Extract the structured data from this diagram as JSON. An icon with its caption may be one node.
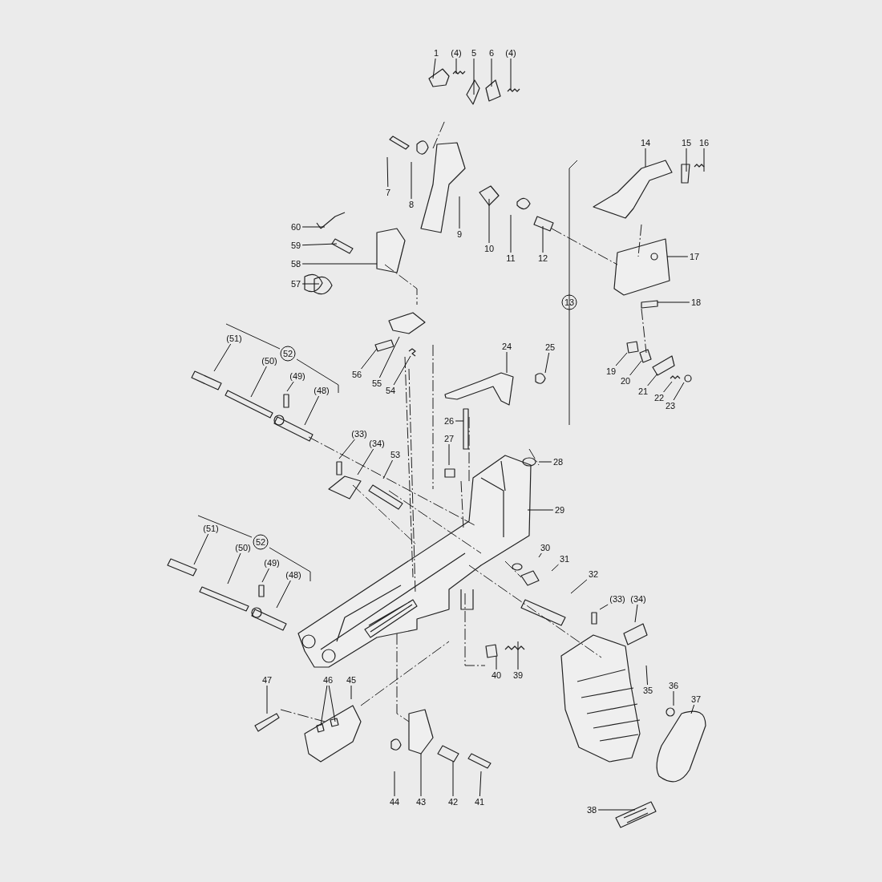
{
  "diagram": {
    "nodes": [
      {
        "text": [
          "1"
        ]
      },
      {
        "text": [
          "(4)"
        ]
      },
      {
        "text": [
          "5"
        ]
      },
      {
        "text": [
          "6"
        ]
      },
      {
        "text": [
          "(4)"
        ]
      },
      {
        "text": [
          "14"
        ]
      },
      {
        "text": [
          "15"
        ]
      },
      {
        "text": [
          "16"
        ]
      },
      {
        "text": [
          "7"
        ]
      },
      {
        "text": [
          "8"
        ]
      },
      {
        "text": [
          "60"
        ]
      },
      {
        "text": [
          "9"
        ]
      },
      {
        "text": [
          "59"
        ]
      },
      {
        "text": [
          "10"
        ]
      },
      {
        "text": [
          "17"
        ]
      },
      {
        "text": [
          "11"
        ]
      },
      {
        "text": [
          "12"
        ]
      },
      {
        "text": [
          "58"
        ]
      },
      {
        "text": [
          "57"
        ]
      },
      {
        "text": [
          "13"
        ]
      },
      {
        "text": [
          "18"
        ]
      },
      {
        "text": [
          "52"
        ]
      },
      {
        "text": [
          "(51)"
        ]
      },
      {
        "text": [
          "(50)"
        ]
      },
      {
        "text": [
          "24"
        ]
      },
      {
        "text": [
          "25"
        ]
      },
      {
        "text": [
          "(49)"
        ]
      },
      {
        "text": [
          "(48)"
        ]
      },
      {
        "text": [
          "19"
        ]
      },
      {
        "text": [
          "56"
        ]
      },
      {
        "text": [
          "20"
        ]
      },
      {
        "text": [
          "55"
        ]
      },
      {
        "text": [
          "54"
        ]
      },
      {
        "text": [
          "21"
        ]
      },
      {
        "text": [
          "22"
        ]
      },
      {
        "text": [
          "23"
        ]
      },
      {
        "text": [
          "26"
        ]
      },
      {
        "text": [
          "(33)"
        ]
      },
      {
        "text": [
          "27"
        ]
      },
      {
        "text": [
          "(34)"
        ]
      },
      {
        "text": [
          "53"
        ]
      },
      {
        "text": [
          "28"
        ]
      },
      {
        "text": [
          "29"
        ]
      },
      {
        "text": [
          "52"
        ]
      },
      {
        "text": [
          "(51)"
        ]
      },
      {
        "text": [
          "30"
        ]
      },
      {
        "text": [
          "31"
        ]
      },
      {
        "text": [
          "(49)"
        ]
      },
      {
        "text": [
          "(50)"
        ]
      },
      {
        "text": [
          "(48)"
        ]
      },
      {
        "text": [
          "32"
        ]
      },
      {
        "text": [
          "(33)"
        ]
      },
      {
        "text": [
          "(34)"
        ]
      },
      {
        "text": [
          "40"
        ]
      },
      {
        "text": [
          "39"
        ]
      },
      {
        "text": [
          "47"
        ]
      },
      {
        "text": [
          "46"
        ]
      },
      {
        "text": [
          "45"
        ]
      },
      {
        "text": [
          "36"
        ]
      },
      {
        "text": [
          "35"
        ]
      },
      {
        "text": [
          "37"
        ]
      },
      {
        "text": [
          "44"
        ]
      },
      {
        "text": [
          "43"
        ]
      },
      {
        "text": [
          "42"
        ]
      },
      {
        "text": [
          "41"
        ]
      },
      {
        "text": [
          "38"
        ]
      }
    ],
    "edges": [
      {
        "from": 0,
        "to": null,
        "arrow": "none"
      },
      {
        "from": 1,
        "to": null,
        "arrow": "none"
      },
      {
        "from": 2,
        "to": null,
        "arrow": "none"
      },
      {
        "from": 3,
        "to": null,
        "arrow": "none"
      },
      {
        "from": 4,
        "to": null,
        "arrow": "none"
      },
      {
        "from": 5,
        "to": null,
        "arrow": "none"
      },
      {
        "from": 6,
        "to": null,
        "arrow": "none"
      },
      {
        "from": 7,
        "to": null,
        "arrow": "none"
      },
      {
        "from": 8,
        "to": null,
        "arrow": "none"
      },
      {
        "from": 9,
        "to": null,
        "arrow": "none"
      },
      {
        "from": 10,
        "to": null,
        "arrow": "none"
      },
      {
        "from": 11,
        "to": null,
        "arrow": "none"
      },
      {
        "from": 12,
        "to": null,
        "arrow": "none"
      },
      {
        "from": 13,
        "to": null,
        "arrow": "none"
      },
      {
        "from": 14,
        "to": null,
        "arrow": "none"
      },
      {
        "from": 15,
        "to": null,
        "arrow": "none"
      },
      {
        "from": 16,
        "to": null,
        "arrow": "none"
      },
      {
        "from": 17,
        "to": null,
        "arrow": "none"
      },
      {
        "from": 18,
        "to": null,
        "arrow": "none"
      },
      {
        "from": 20,
        "to": null,
        "arrow": "none"
      },
      {
        "from": 22,
        "to": null,
        "arrow": "none"
      },
      {
        "from": 23,
        "to": null,
        "arrow": "none"
      },
      {
        "from": 24,
        "to": null,
        "arrow": "none"
      },
      {
        "from": 25,
        "to": null,
        "arrow": "none"
      },
      {
        "from": 26,
        "to": null,
        "arrow": "none"
      },
      {
        "from": 27,
        "to": null,
        "arrow": "none"
      },
      {
        "from": 28,
        "to": null,
        "arrow": "none"
      },
      {
        "from": 29,
        "to": null,
        "arrow": "none"
      },
      {
        "from": 30,
        "to": null,
        "arrow": "none"
      },
      {
        "from": 31,
        "to": null,
        "arrow": "none"
      },
      {
        "from": 32,
        "to": null,
        "arrow": "none"
      },
      {
        "from": 33,
        "to": null,
        "arrow": "none"
      },
      {
        "from": 34,
        "to": null,
        "arrow": "none"
      },
      {
        "from": 35,
        "to": null,
        "arrow": "none"
      },
      {
        "from": 36,
        "to": null,
        "arrow": "none"
      },
      {
        "from": 37,
        "to": null,
        "arrow": "none"
      },
      {
        "from": 38,
        "to": null,
        "arrow": "none"
      },
      {
        "from": 39,
        "to": null,
        "arrow": "none"
      },
      {
        "from": 40,
        "to": null,
        "arrow": "none"
      },
      {
        "from": 41,
        "to": null,
        "arrow": "none"
      },
      {
        "from": 42,
        "to": null,
        "arrow": "none"
      },
      {
        "from": 44,
        "to": null,
        "arrow": "none"
      },
      {
        "from": 45,
        "to": null,
        "arrow": "none"
      },
      {
        "from": 46,
        "to": null,
        "arrow": "none"
      },
      {
        "from": 47,
        "to": null,
        "arrow": "none"
      },
      {
        "from": 48,
        "to": null,
        "arrow": "none"
      },
      {
        "from": 49,
        "to": null,
        "arrow": "none"
      },
      {
        "from": 50,
        "to": null,
        "arrow": "none"
      },
      {
        "from": 51,
        "to": null,
        "arrow": "none"
      },
      {
        "from": 52,
        "to": null,
        "arrow": "none"
      },
      {
        "from": 53,
        "to": null,
        "arrow": "none"
      },
      {
        "from": 54,
        "to": null,
        "arrow": "none"
      },
      {
        "from": 55,
        "to": null,
        "arrow": "none"
      },
      {
        "from": 56,
        "to": null,
        "arrow": "none"
      },
      {
        "from": 56,
        "to": null,
        "arrow": "none"
      },
      {
        "from": 57,
        "to": null,
        "arrow": "none"
      },
      {
        "from": 58,
        "to": null,
        "arrow": "none"
      },
      {
        "from": 59,
        "to": null,
        "arrow": "none"
      },
      {
        "from": 60,
        "to": null,
        "arrow": "none"
      },
      {
        "from": 61,
        "to": null,
        "arrow": "none"
      },
      {
        "from": 62,
        "to": null,
        "arrow": "none"
      },
      {
        "from": 63,
        "to": null,
        "arrow": "none"
      },
      {
        "from": 64,
        "to": null,
        "arrow": "none"
      },
      {
        "from": 65,
        "to": null,
        "arrow": "none"
      }
    ]
  }
}
